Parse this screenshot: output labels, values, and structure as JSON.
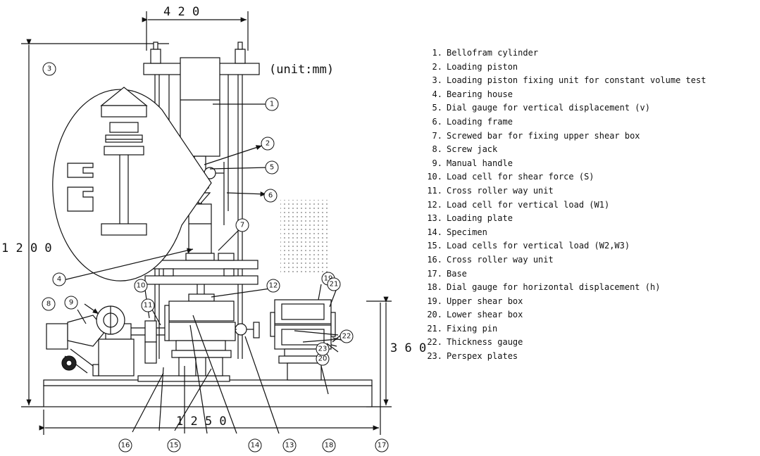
{
  "dimensions": {
    "width": "4 2 0",
    "height": "1 2 0 0",
    "length": "1 2 5 0",
    "box_height": "3 6 0"
  },
  "unit_label": "(unit:mm)",
  "callouts": [
    "1",
    "2",
    "3",
    "4",
    "5",
    "6",
    "7",
    "8",
    "9",
    "10",
    "11",
    "12",
    "13",
    "14",
    "15",
    "16",
    "17",
    "18",
    "19",
    "20",
    "21",
    "22",
    "23"
  ],
  "bottom_callouts": [
    "16",
    "15",
    "14",
    "13",
    "18",
    "17"
  ],
  "legend": [
    {
      "num": "1.",
      "text": "Bellofram cylinder"
    },
    {
      "num": "2.",
      "text": "Loading piston"
    },
    {
      "num": "3.",
      "text": "Loading piston fixing unit for constant volume test"
    },
    {
      "num": "4.",
      "text": "Bearing house"
    },
    {
      "num": "5.",
      "text": "Dial gauge for vertical displacement (v)"
    },
    {
      "num": "6.",
      "text": "Loading frame"
    },
    {
      "num": "7.",
      "text": "Screwed bar for fixing upper shear box"
    },
    {
      "num": "8.",
      "text": "Screw jack"
    },
    {
      "num": "9.",
      "text": "Manual handle"
    },
    {
      "num": "10.",
      "text": "Load cell for shear force (S)"
    },
    {
      "num": "11.",
      "text": "Cross roller way unit"
    },
    {
      "num": "12.",
      "text": "Load cell for vertical load (W1)"
    },
    {
      "num": "13.",
      "text": "Loading plate"
    },
    {
      "num": "14.",
      "text": "Specimen"
    },
    {
      "num": "15.",
      "text": "Load cells for vertical load (W2,W3)"
    },
    {
      "num": "16.",
      "text": "Cross roller way unit"
    },
    {
      "num": "17.",
      "text": "Base"
    },
    {
      "num": "18.",
      "text": "Dial gauge for horizontal displacement (h)"
    },
    {
      "num": "19.",
      "text": "Upper shear box"
    },
    {
      "num": "20.",
      "text": "Lower shear box"
    },
    {
      "num": "21.",
      "text": "Fixing pin"
    },
    {
      "num": "22.",
      "text": "Thickness gauge"
    },
    {
      "num": "23.",
      "text": "Perspex plates"
    }
  ]
}
